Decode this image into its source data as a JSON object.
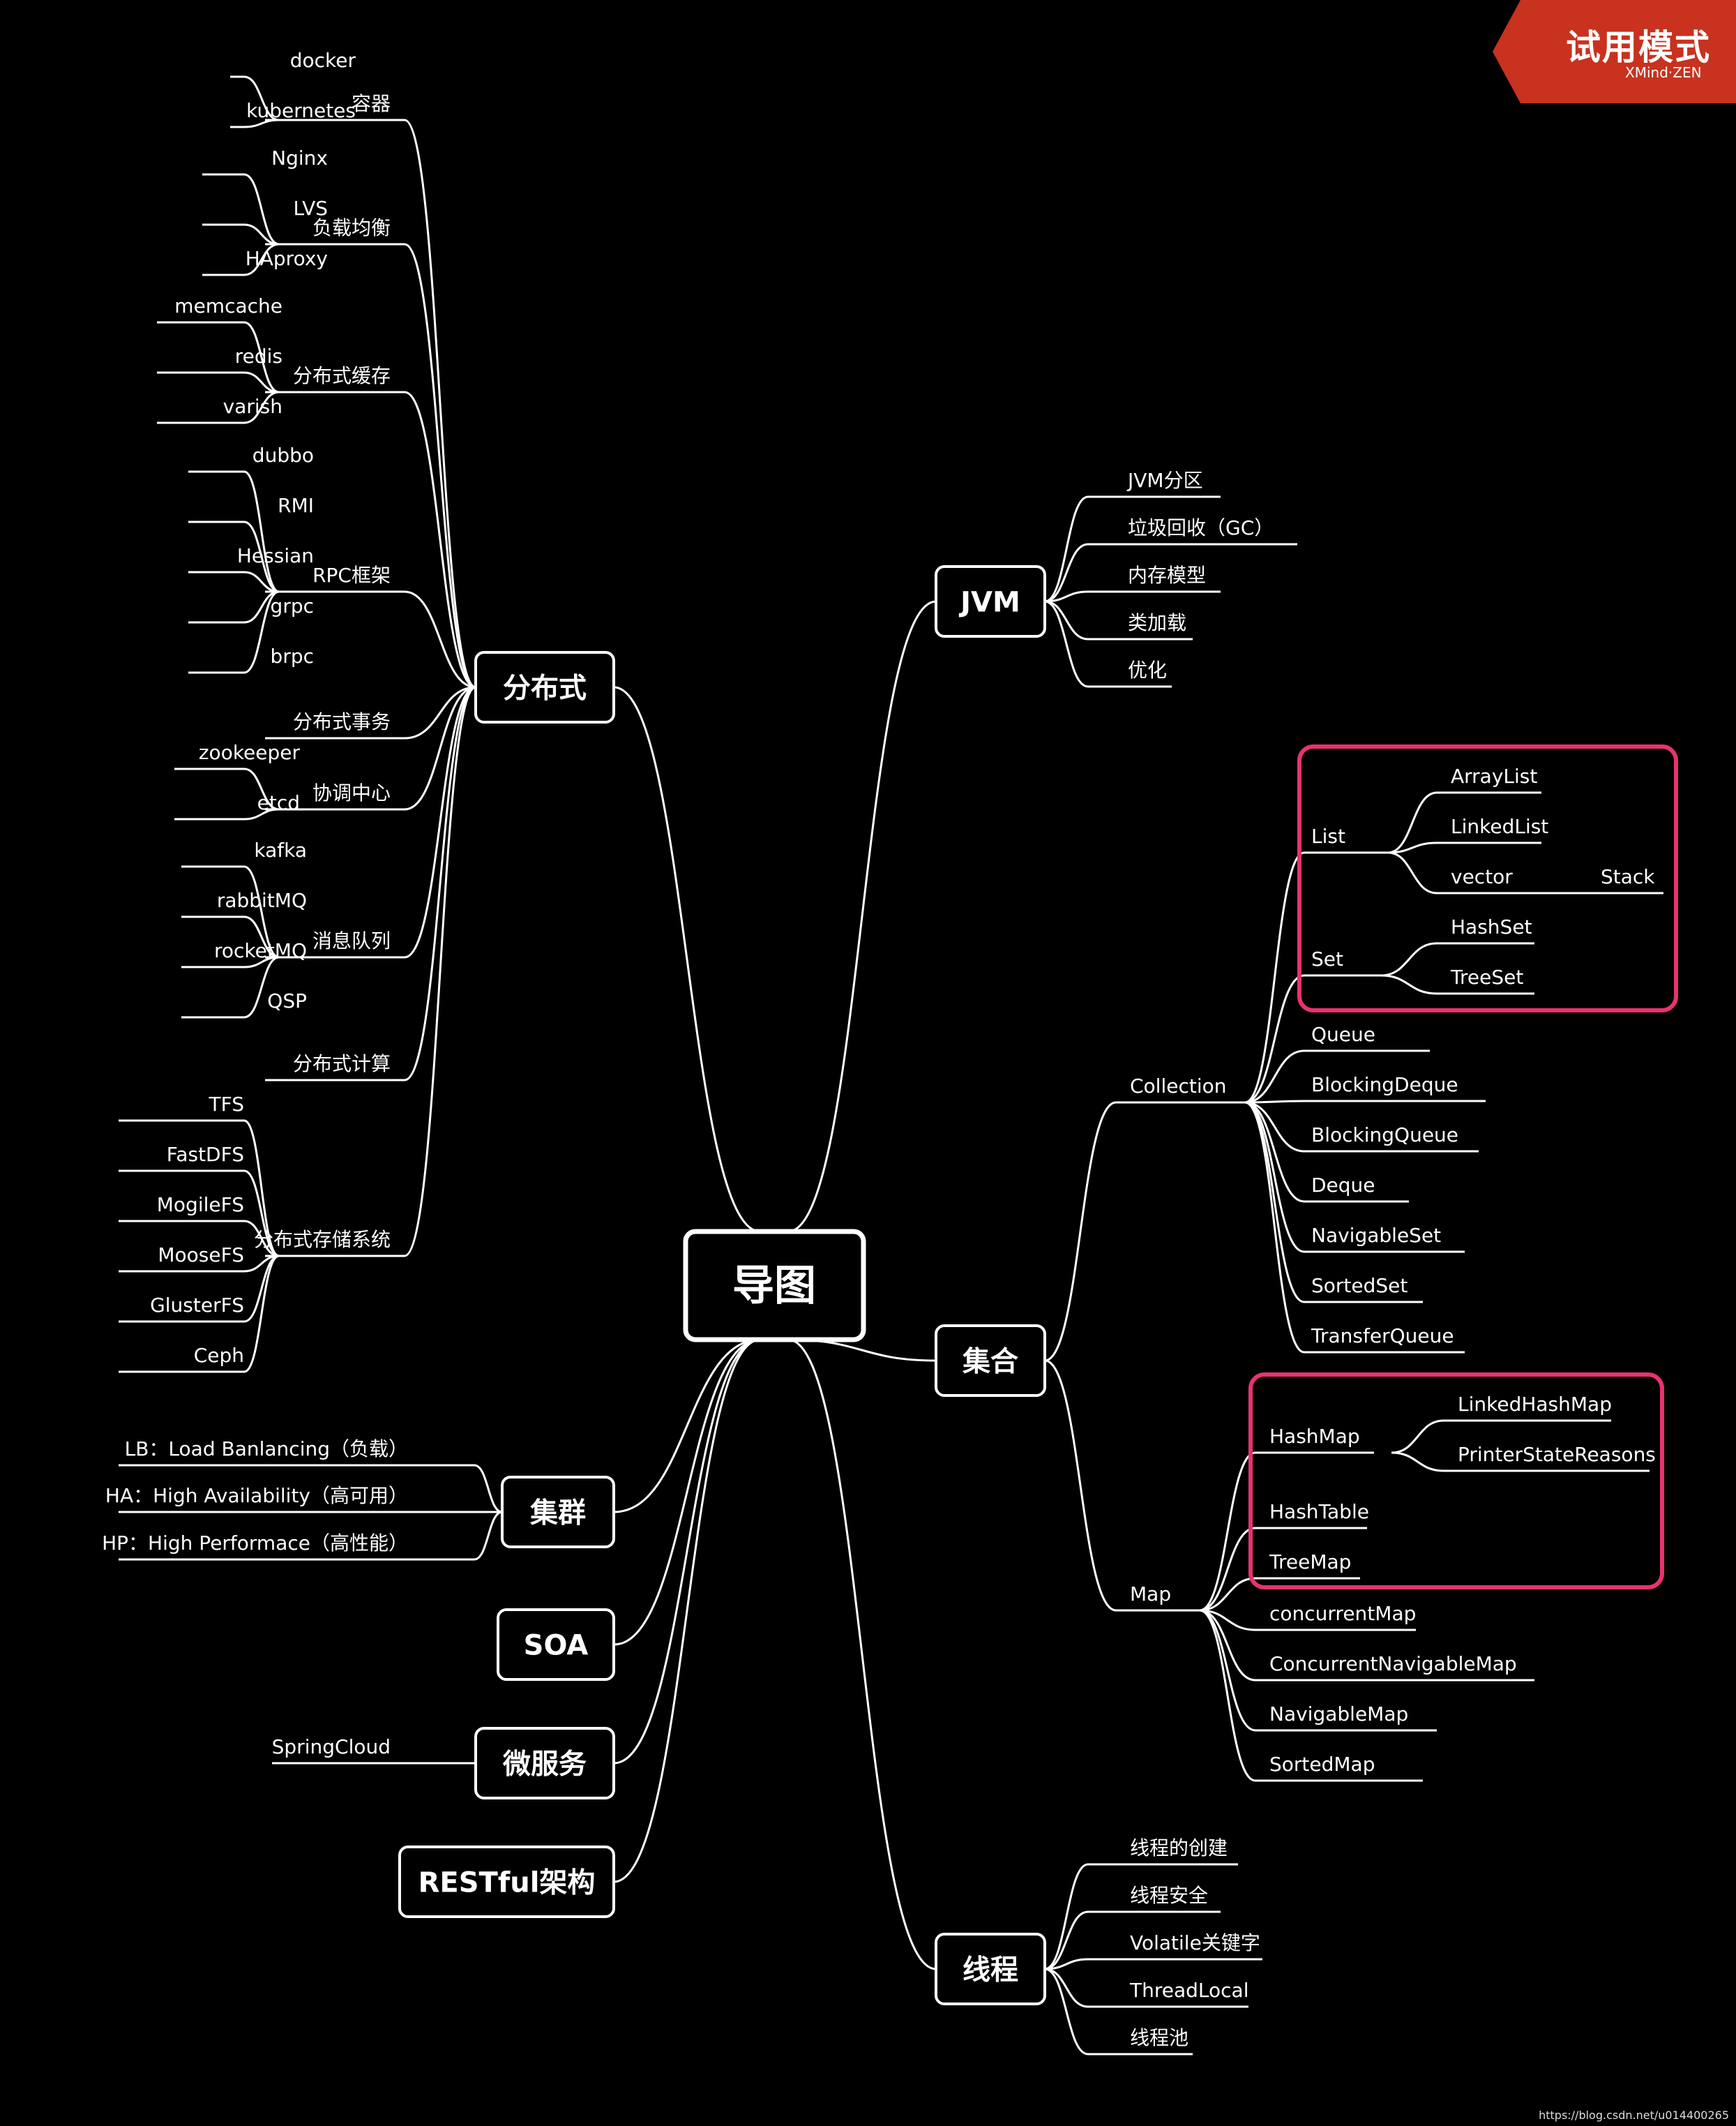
{
  "badge": {
    "title": "试用模式",
    "subtitle": "XMind·ZEN"
  },
  "watermark": "https://blog.csdn.net/u014400265",
  "root": "导图",
  "left": [
    {
      "label": "分布式",
      "children": [
        {
          "label": "容器",
          "children": [
            "docker",
            "kubernetes"
          ]
        },
        {
          "label": "负载均衡",
          "children": [
            "Nginx",
            "LVS",
            "HAproxy"
          ]
        },
        {
          "label": "分布式缓存",
          "children": [
            "memcache",
            "redis",
            "varish"
          ]
        },
        {
          "label": "RPC框架",
          "children": [
            "dubbo",
            "RMI",
            "Hessian",
            "grpc",
            "brpc"
          ]
        },
        {
          "label": "分布式事务",
          "children": []
        },
        {
          "label": "协调中心",
          "children": [
            "zookeeper",
            "etcd"
          ]
        },
        {
          "label": "消息队列",
          "children": [
            "kafka",
            "rabbitMQ",
            "rocketMQ",
            "QSP"
          ]
        },
        {
          "label": "分布式计算",
          "children": []
        },
        {
          "label": "分布式存储系统",
          "children": [
            "TFS",
            "FastDFS",
            "MogileFS",
            "MooseFS",
            "GlusterFS",
            "Ceph"
          ]
        }
      ]
    },
    {
      "label": "集群",
      "children": [
        {
          "label": "LB：Load Banlancing（负载）",
          "children": []
        },
        {
          "label": "HA：High Availability（高可用）",
          "children": []
        },
        {
          "label": "HP：High Performace（高性能）",
          "children": []
        }
      ]
    },
    {
      "label": "SOA",
      "children": []
    },
    {
      "label": "微服务",
      "children": [
        {
          "label": "SpringCloud",
          "children": []
        }
      ]
    },
    {
      "label": "RESTful架构",
      "children": []
    }
  ],
  "right": [
    {
      "label": "JVM",
      "children": [
        {
          "label": "JVM分区"
        },
        {
          "label": "垃圾回收（GC）"
        },
        {
          "label": "内存模型"
        },
        {
          "label": "类加载"
        },
        {
          "label": "优化"
        }
      ]
    },
    {
      "label": "集合",
      "children": [
        {
          "label": "Collection",
          "children": [
            {
              "label": "List",
              "children": [
                {
                  "label": "ArrayList",
                  "children": []
                },
                {
                  "label": "LinkedList",
                  "children": []
                },
                {
                  "label": "vector",
                  "children": [
                    "Stack"
                  ]
                }
              ]
            },
            {
              "label": "Set",
              "children": [
                {
                  "label": "HashSet",
                  "children": []
                },
                {
                  "label": "TreeSet",
                  "children": []
                }
              ]
            },
            {
              "label": "Queue",
              "children": []
            },
            {
              "label": "BlockingDeque",
              "children": []
            },
            {
              "label": "BlockingQueue",
              "children": []
            },
            {
              "label": "Deque",
              "children": []
            },
            {
              "label": "NavigableSet",
              "children": []
            },
            {
              "label": "SortedSet",
              "children": []
            },
            {
              "label": "TransferQueue",
              "children": []
            }
          ]
        },
        {
          "label": "Map",
          "children": [
            {
              "label": "HashMap",
              "children": [
                {
                  "label": "LinkedHashMap",
                  "children": []
                },
                {
                  "label": "PrinterStateReasons",
                  "children": []
                }
              ]
            },
            {
              "label": "HashTable",
              "children": []
            },
            {
              "label": "TreeMap",
              "children": []
            },
            {
              "label": "concurrentMap",
              "children": []
            },
            {
              "label": "ConcurrentNavigableMap",
              "children": []
            },
            {
              "label": "NavigableMap",
              "children": []
            },
            {
              "label": "SortedMap",
              "children": []
            }
          ]
        }
      ]
    },
    {
      "label": "线程",
      "children": [
        {
          "label": "线程的创建"
        },
        {
          "label": "线程安全"
        },
        {
          "label": "Volatile关键字"
        },
        {
          "label": "ThreadLocal"
        },
        {
          "label": "线程池"
        }
      ]
    }
  ],
  "colors": {
    "background": "#000000",
    "line": "#ffffff",
    "highlight": "#e8336d",
    "badge": "#c8321f"
  }
}
